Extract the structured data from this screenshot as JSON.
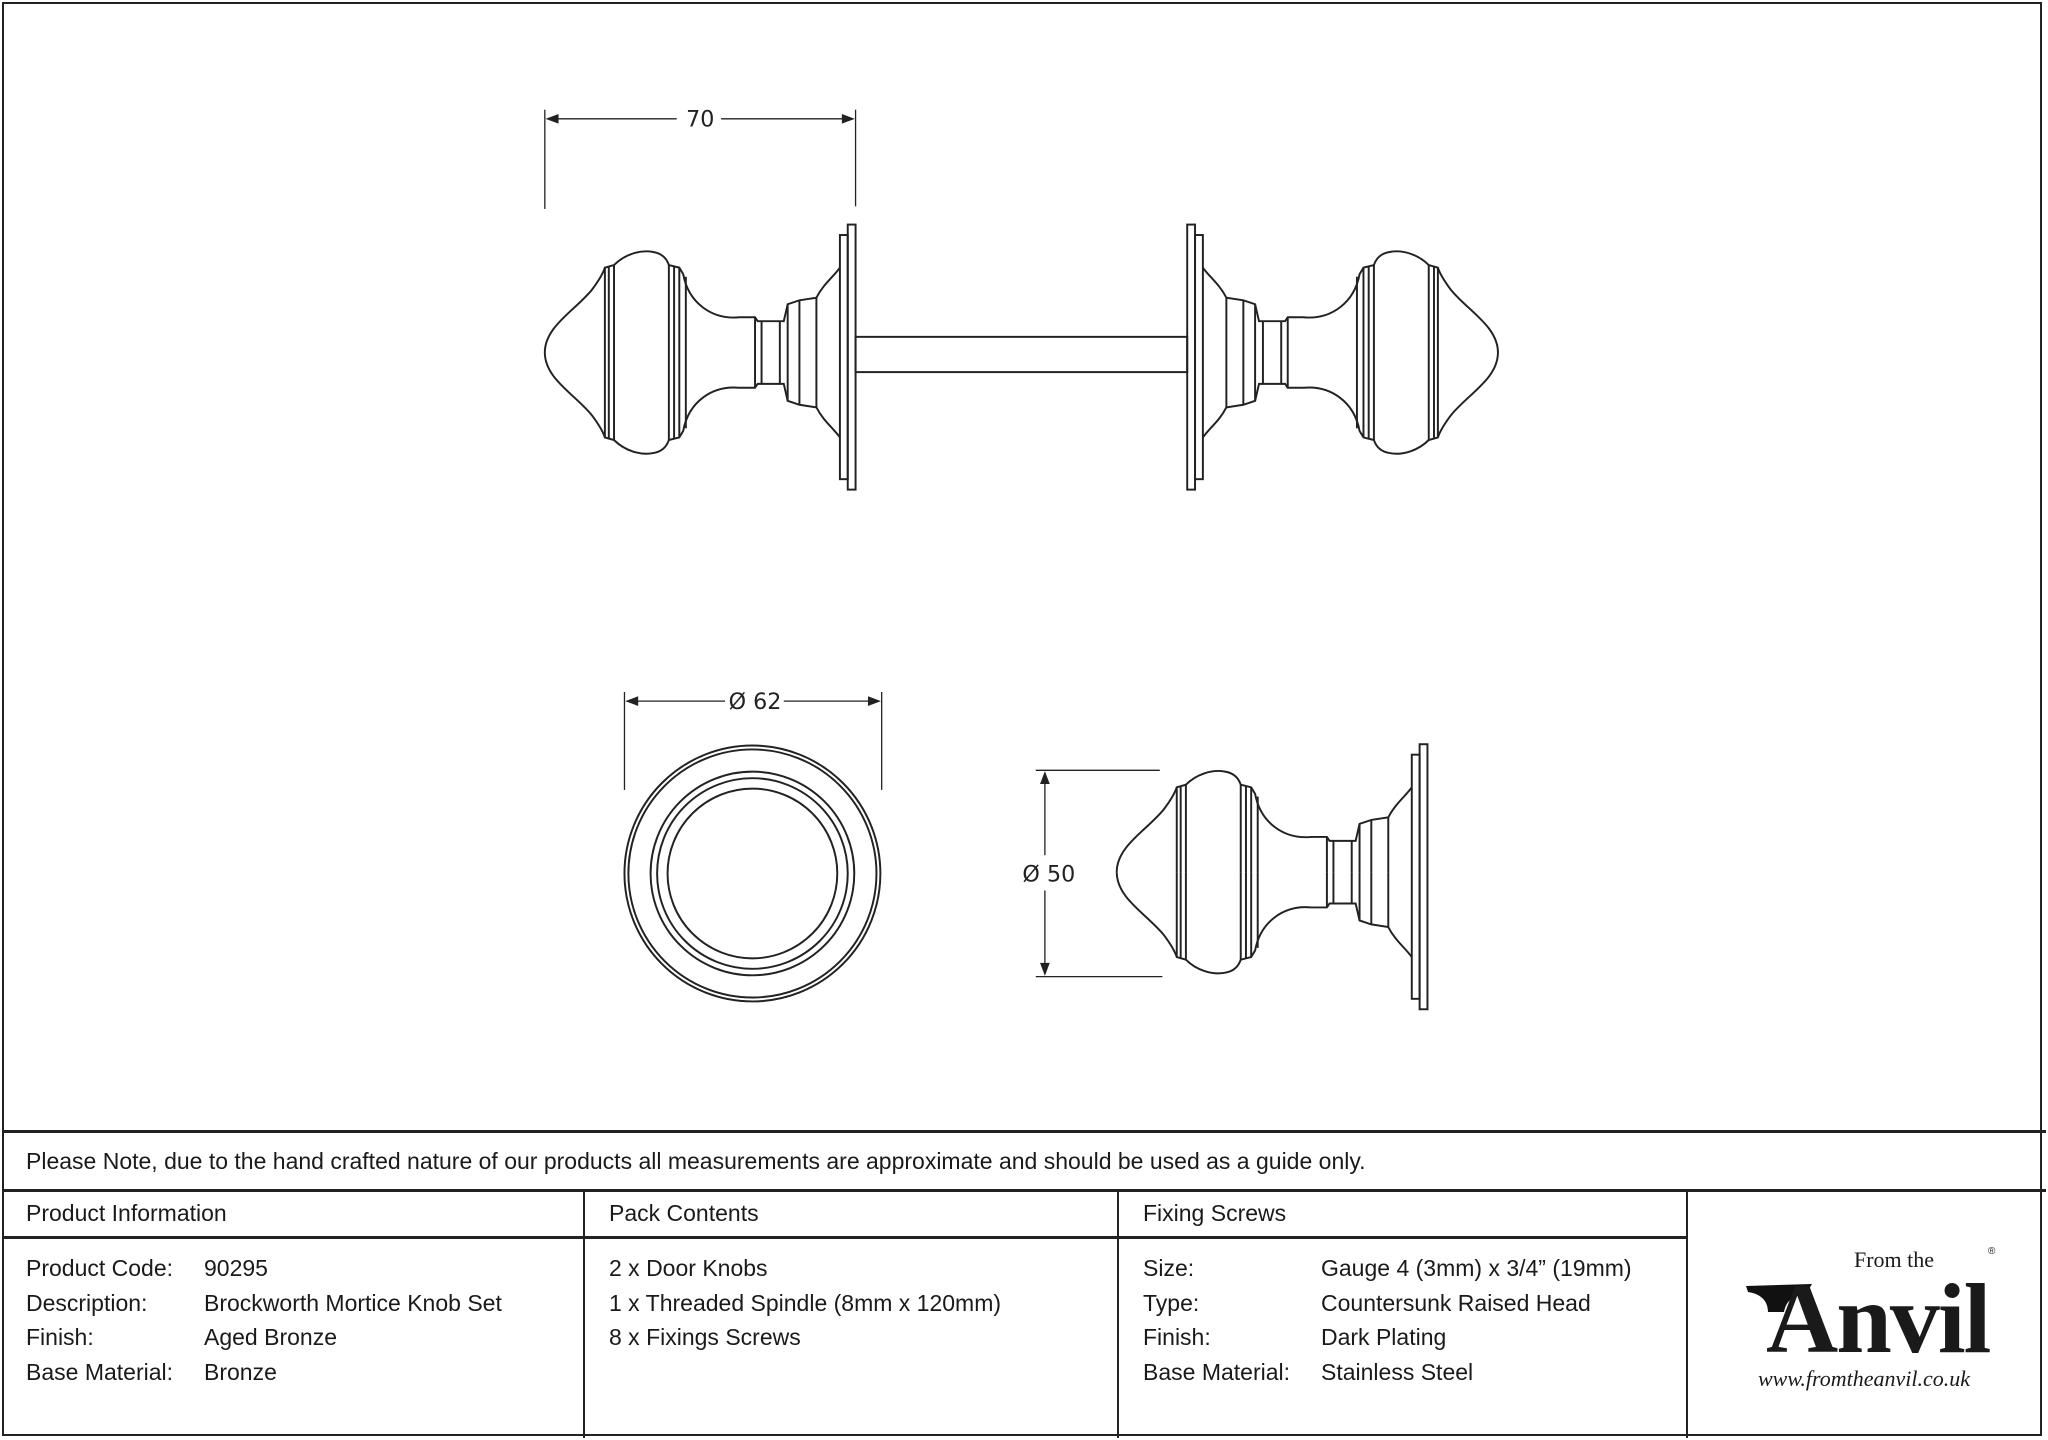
{
  "dimensions": {
    "width": "70",
    "front_diameter": "Ø 62",
    "side_diameter": "Ø 50"
  },
  "note": "Please Note, due to the hand crafted nature of our products all measurements are approximate and should be used as a guide only.",
  "product_info": {
    "title": "Product Information",
    "rows": [
      {
        "label": "Product Code:",
        "value": "90295"
      },
      {
        "label": "Description:",
        "value": "Brockworth Mortice Knob Set"
      },
      {
        "label": "Finish:",
        "value": "Aged Bronze"
      },
      {
        "label": "Base Material:",
        "value": "Bronze"
      }
    ]
  },
  "pack_contents": {
    "title": "Pack Contents",
    "items": [
      "2 x Door Knobs",
      "1 x Threaded Spindle (8mm x 120mm)",
      "8 x Fixings Screws"
    ]
  },
  "fixing_screws": {
    "title": "Fixing Screws",
    "rows": [
      {
        "label": "Size:",
        "value": "Gauge 4 (3mm) x 3/4” (19mm)"
      },
      {
        "label": "Type:",
        "value": "Countersunk Raised Head"
      },
      {
        "label": "Finish:",
        "value": "Dark Plating"
      },
      {
        "label": "Base Material:",
        "value": "Stainless Steel"
      }
    ]
  },
  "logo": {
    "from": "From the",
    "name": "Anvil",
    "url": "www.fromtheanvil.co.uk",
    "reg": "®"
  }
}
